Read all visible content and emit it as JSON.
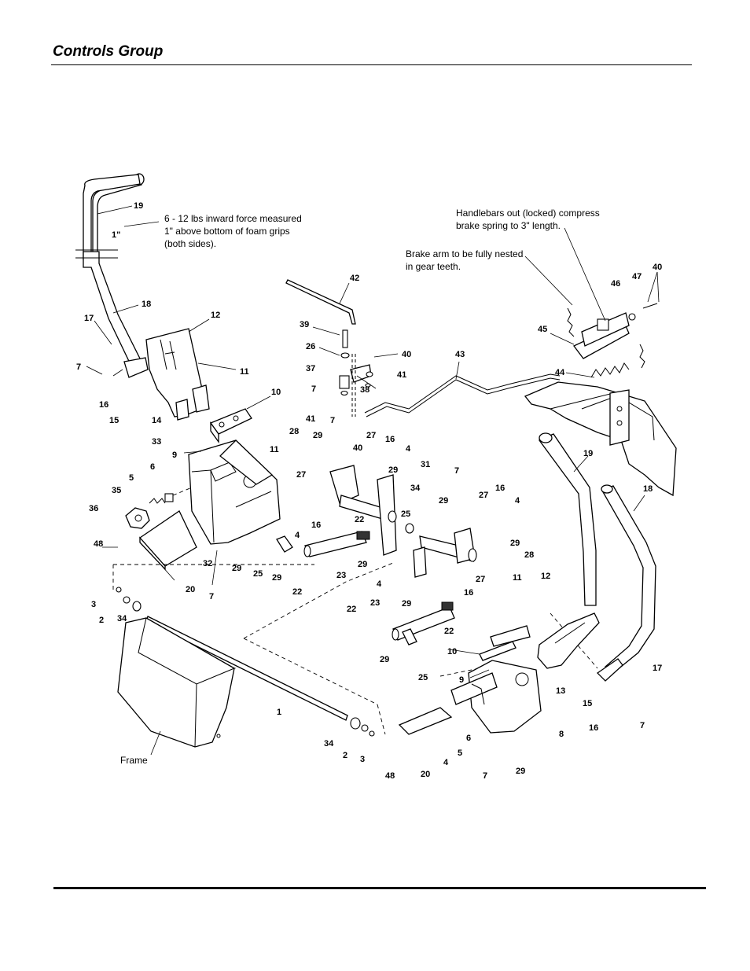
{
  "page": {
    "title": "Controls Group"
  },
  "notes": {
    "force_line1": "6 - 12 lbs inward force measured",
    "force_line2": "1\" above bottom of foam grips",
    "force_line3": "(both sides).",
    "force_dim": "1\"",
    "handlebar_line1": "Handlebars out (locked) compress",
    "handlebar_line2": "brake spring to 3\" length.",
    "brake_line1": "Brake arm to be fully nested",
    "brake_line2": "in gear teeth.",
    "frame_label": "Frame"
  },
  "callouts": {
    "c19a": "19",
    "c18a": "18",
    "c17a": "17",
    "c12a": "12",
    "c7a": "7",
    "c16a": "16",
    "c15a": "15",
    "c14a": "14",
    "c33": "33",
    "c11a": "11",
    "c10a": "10",
    "c9a": "9",
    "c11b": "11",
    "c6a": "6",
    "c5a": "5",
    "c35": "35",
    "c36": "36",
    "c48a": "48",
    "c32": "32",
    "c29a": "29",
    "c7b": "7",
    "c20a": "20",
    "c25a": "25",
    "c29b": "29",
    "c22a": "22",
    "c23a": "23",
    "c3a": "3",
    "c2a": "2",
    "c34a": "34",
    "c1": "1",
    "c34b": "34",
    "c2b": "2",
    "c3b": "3",
    "c42": "42",
    "c39": "39",
    "c26": "26",
    "c40a": "40",
    "c41a": "41",
    "c37": "37",
    "c7c": "7",
    "c38": "38",
    "c41b": "41",
    "c28a": "28",
    "c29c": "29",
    "c7d": "7",
    "c40b": "40",
    "c27a": "27",
    "c16b": "16",
    "c4a": "4",
    "c29d": "29",
    "c27b": "27",
    "c16c": "16",
    "c4b": "4",
    "c22b": "22",
    "c29e": "29",
    "c43": "43",
    "c31": "31",
    "c34c": "34",
    "c25b": "25",
    "c7e": "7",
    "c16d": "16",
    "c27c": "27",
    "c4c": "4",
    "c29f": "29",
    "c28b": "28",
    "c29g": "29",
    "c4d": "4",
    "c16e": "16",
    "c27d": "27",
    "c22c": "22",
    "c23b": "23",
    "c29h": "29",
    "c22d": "22",
    "c29i": "29",
    "c25c": "25",
    "c11c": "11",
    "c10b": "10",
    "c9b": "9",
    "c12b": "12",
    "c13": "13",
    "c15b": "15",
    "c16f": "16",
    "c7f": "7",
    "c17b": "17",
    "c8": "8",
    "c6b": "6",
    "c5b": "5",
    "c4e": "4",
    "c20b": "20",
    "c48b": "48",
    "c7g": "7",
    "c29j": "29",
    "c19b": "19",
    "c18b": "18",
    "c45": "45",
    "c46": "46",
    "c47": "47",
    "c40c": "40",
    "c44": "44"
  }
}
